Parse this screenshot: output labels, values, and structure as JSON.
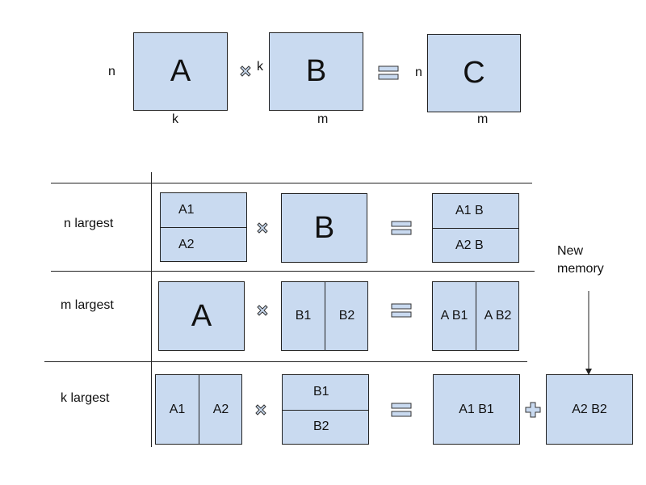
{
  "top": {
    "a": {
      "name": "A",
      "rows": "n",
      "cols": "k"
    },
    "b": {
      "name": "B",
      "rows": "k",
      "cols": "m"
    },
    "c": {
      "name": "C",
      "rows": "n",
      "cols": "m"
    }
  },
  "rows": [
    {
      "label": "n largest",
      "left": [
        "A1",
        "A2"
      ],
      "mid": "B",
      "right": [
        "A1 B",
        "A2 B"
      ]
    },
    {
      "label": "m largest",
      "left": "A",
      "mid": [
        "B1",
        "B2"
      ],
      "right": [
        "A B1",
        "A B2"
      ]
    },
    {
      "label": "k largest",
      "left": [
        "A1",
        "A2"
      ],
      "mid": [
        "B1",
        "B2"
      ],
      "right": "A1 B1",
      "extra": "A2 B2"
    }
  ],
  "annotation": {
    "line1": "New",
    "line2": "memory"
  },
  "colors": {
    "block_fill": "#c9daf0",
    "outline": "#222222"
  }
}
